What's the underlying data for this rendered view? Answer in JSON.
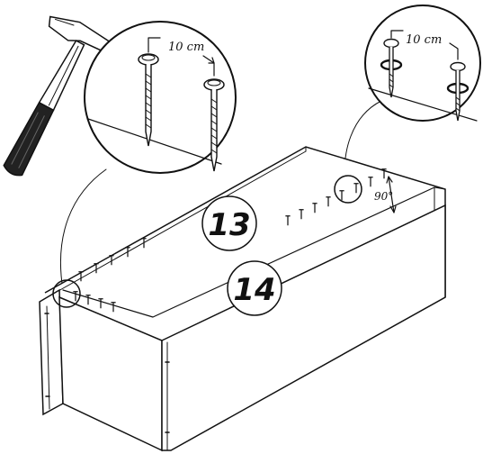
{
  "labels": {
    "spacing_left": "10 cm",
    "spacing_right": "10 cm",
    "angle": "90°",
    "part_top": "13",
    "part_bottom": "14"
  },
  "icons": {
    "tool": "hammer-icon",
    "fastener": "nail-icon"
  },
  "colors": {
    "ink": "#111111",
    "panel": "#ffffff"
  }
}
